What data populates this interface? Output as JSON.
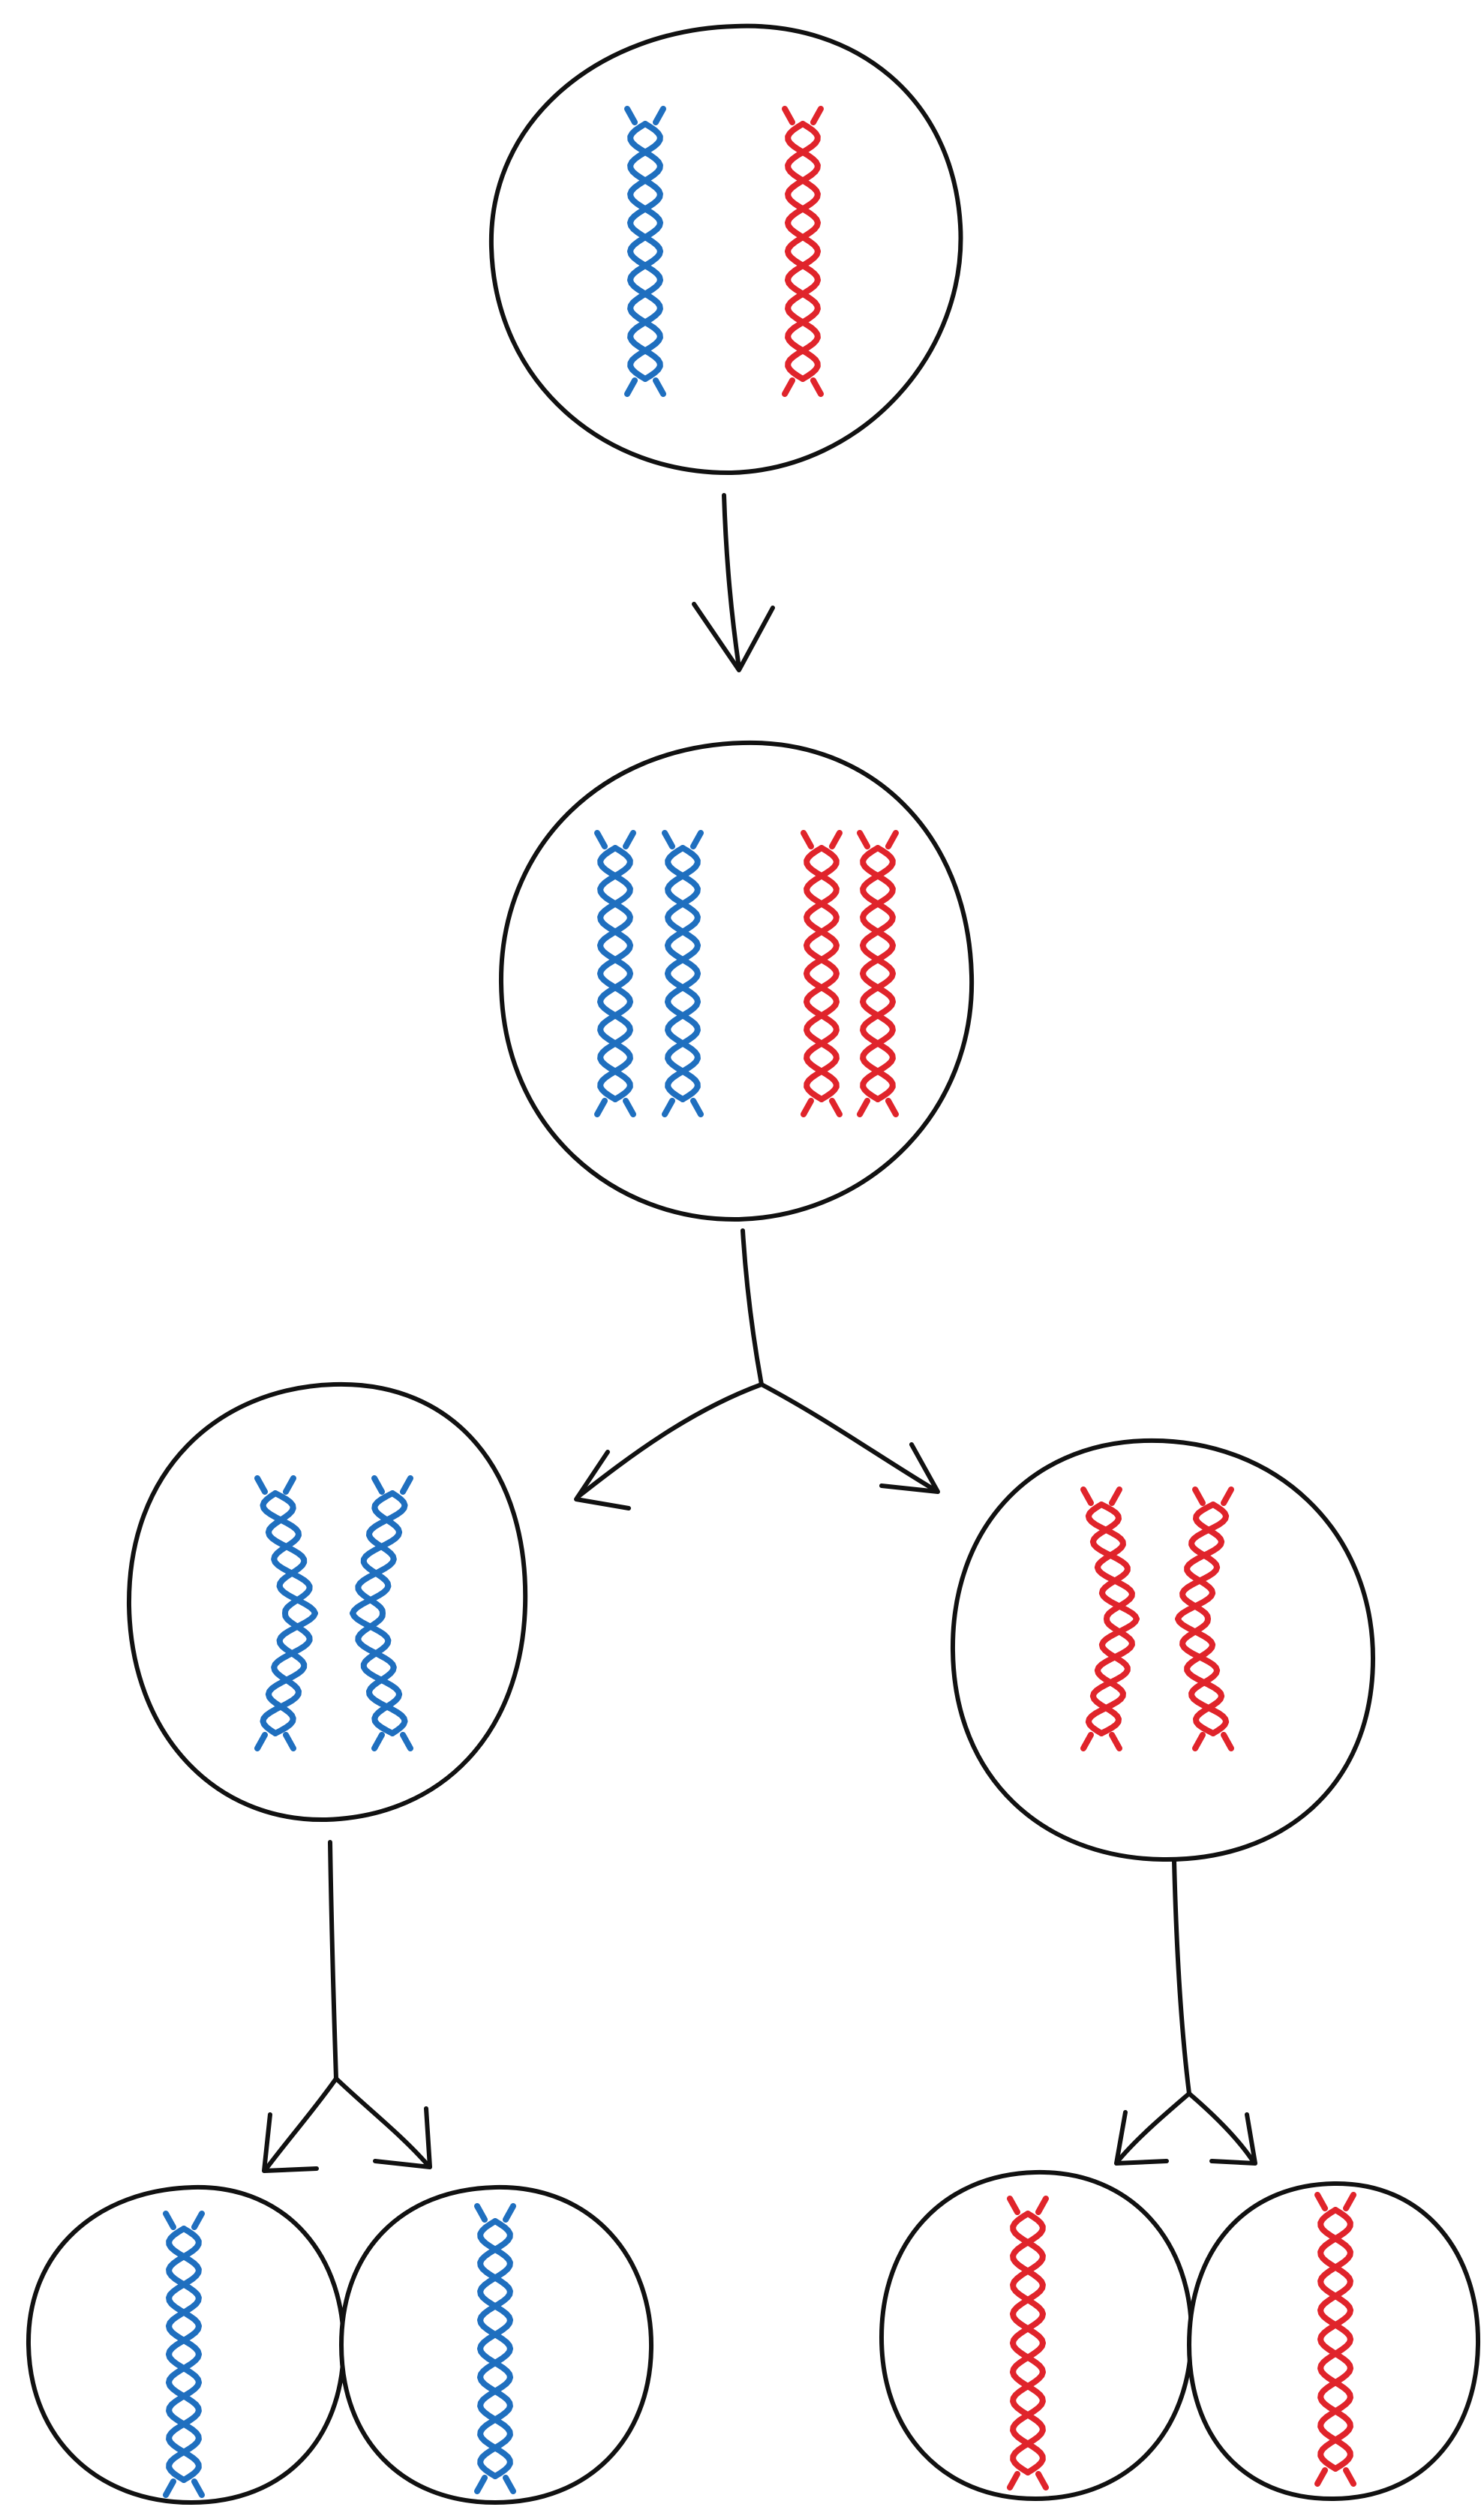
{
  "colors": {
    "outline": "#111111",
    "background": "#ffffff",
    "blue_chromosome": "#1f6fbf",
    "red_chromosome": "#e0242b"
  },
  "cells": [
    {
      "id": "parent-cell",
      "chromosomes": [
        "blue",
        "red"
      ]
    },
    {
      "id": "replicated-cell",
      "chromosomes": [
        "blue",
        "blue",
        "red",
        "red"
      ]
    },
    {
      "id": "blue-daughter-cell",
      "chromosomes": [
        "blue",
        "blue"
      ]
    },
    {
      "id": "red-daughter-cell",
      "chromosomes": [
        "red",
        "red"
      ]
    },
    {
      "id": "blue-granddaughter-cell-1",
      "chromosomes": [
        "blue"
      ]
    },
    {
      "id": "blue-granddaughter-cell-2",
      "chromosomes": [
        "blue"
      ]
    },
    {
      "id": "red-granddaughter-cell-1",
      "chromosomes": [
        "red"
      ]
    },
    {
      "id": "red-granddaughter-cell-2",
      "chromosomes": [
        "red"
      ]
    }
  ],
  "arrows": [
    {
      "id": "arrow-parent-to-replicated",
      "from": "parent-cell",
      "to": [
        "replicated-cell"
      ]
    },
    {
      "id": "arrow-replicated-split",
      "from": "replicated-cell",
      "to": [
        "blue-daughter-cell",
        "red-daughter-cell"
      ]
    },
    {
      "id": "arrow-blue-split",
      "from": "blue-daughter-cell",
      "to": [
        "blue-granddaughter-cell-1",
        "blue-granddaughter-cell-2"
      ]
    },
    {
      "id": "arrow-red-split",
      "from": "red-daughter-cell",
      "to": [
        "red-granddaughter-cell-1",
        "red-granddaughter-cell-2"
      ]
    }
  ]
}
